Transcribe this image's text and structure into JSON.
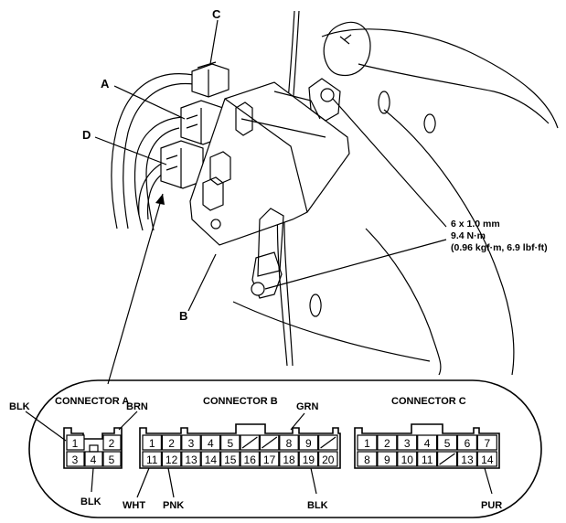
{
  "callouts": {
    "a": "A",
    "b": "B",
    "c": "C",
    "d": "D"
  },
  "torque_spec": {
    "line1": "6 x 1.0 mm",
    "line2": "9.4 N·m",
    "line3": "(0.96 kgf·m, 6.9 lbf·ft)"
  },
  "connectors": [
    {
      "title": "CONNECTOR A",
      "rows": [
        [
          "1",
          "",
          "2"
        ],
        [
          "3",
          "4",
          "5"
        ]
      ]
    },
    {
      "title": "CONNECTOR B",
      "rows": [
        [
          "1",
          "2",
          "3",
          "4",
          "5",
          "/",
          "/",
          "8",
          "9",
          "/"
        ],
        [
          "11",
          "12",
          "13",
          "14",
          "15",
          "16",
          "17",
          "18",
          "19",
          "20"
        ]
      ]
    },
    {
      "title": "CONNECTOR C",
      "rows": [
        [
          "1",
          "2",
          "3",
          "4",
          "5",
          "6",
          "7"
        ],
        [
          "8",
          "9",
          "10",
          "11",
          "/",
          "13",
          "14"
        ]
      ]
    }
  ],
  "wire_colors": {
    "blk_a1": "BLK",
    "brn_a2": "BRN",
    "blk_a4": "BLK",
    "wht_b11": "WHT",
    "pnk_b12": "PNK",
    "grn_b8": "GRN",
    "blk_b19": "BLK",
    "pur_c14": "PUR"
  }
}
